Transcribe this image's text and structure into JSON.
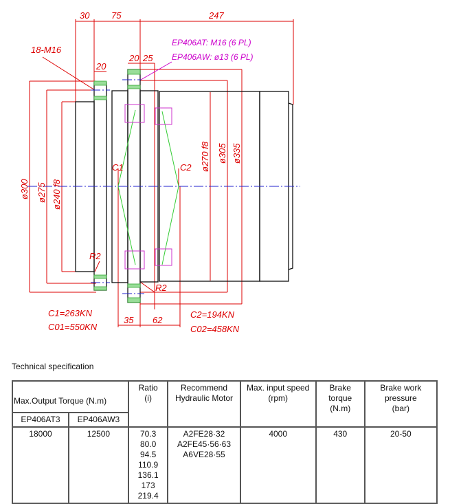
{
  "drawing": {
    "dims_top": [
      "30",
      "75",
      "247"
    ],
    "bolt_left": "18-M16",
    "flange_left_width": "20",
    "flange_right_widths": [
      "20",
      "25"
    ],
    "note_at": "EP406AT: M16 (6  PL)",
    "note_aw": "EP406AW: ø13 (6  PL)",
    "diameters": [
      "ø300",
      "ø275",
      "ø240 f8",
      "ø270 f8",
      "ø305",
      "ø335"
    ],
    "c1": "C1",
    "c2": "C2",
    "radius_labels": [
      "R2",
      "R2"
    ],
    "dims_bottom": [
      "35",
      "62"
    ],
    "loads_left": [
      "C1=263KN",
      "C01=550KN"
    ],
    "loads_right": [
      "C2=194KN",
      "C02=458KN"
    ]
  },
  "spec": {
    "title": "Technical specification",
    "headers": {
      "torque": "Max.Output Torque (N.m)",
      "at": "EP406AT3",
      "aw": "EP406AW3",
      "ratio": [
        "Ratio",
        "(i)"
      ],
      "motor": [
        "Recommend",
        "Hydraulic Motor"
      ],
      "speed": [
        "Max. input speed",
        "(rpm)"
      ],
      "brake_torque": [
        "Brake torque",
        "(N.m)"
      ],
      "brake_pressure": [
        "Brake work",
        "pressure",
        "(bar)"
      ]
    },
    "row": {
      "at": "18000",
      "aw": "12500",
      "ratios": [
        "70.3",
        "80.0",
        "94.5",
        "110.9",
        "136.1",
        "173",
        "219.4"
      ],
      "motors": [
        "A2FE28·32",
        "A2FE45·56·63",
        "A6VE28·55"
      ],
      "speed": "4000",
      "brake_torque": "430",
      "brake_pressure": "20-50"
    }
  }
}
